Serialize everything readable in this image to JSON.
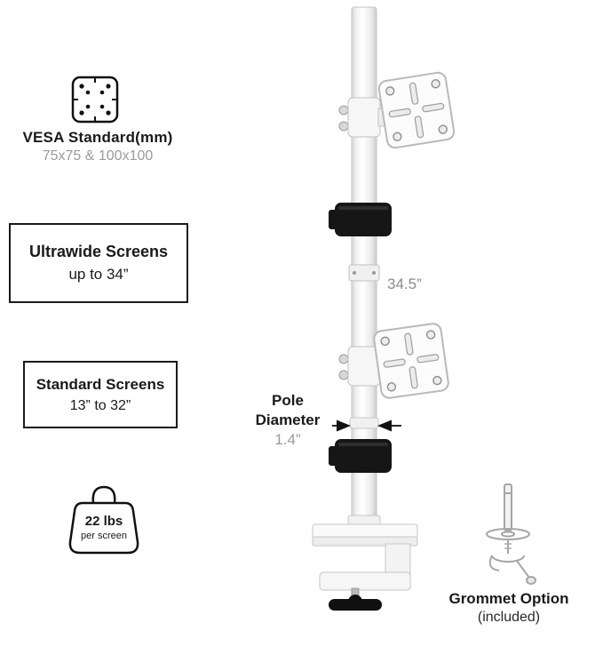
{
  "colors": {
    "accent_black": "#161616",
    "muted_text": "#9a9a9a",
    "outline": "#1a1a1a",
    "metal_stroke": "#c4c4c4"
  },
  "vesa": {
    "title": "VESA Standard(mm)",
    "subtitle": "75x75 & 100x100"
  },
  "callouts": {
    "ultrawide": {
      "line1": "Ultrawide Screens",
      "line2": "up to 34”"
    },
    "standard": {
      "line1": "Standard Screens",
      "line2": "13” to 32”"
    },
    "weight": {
      "line1": "22 lbs",
      "line2": "per screen"
    }
  },
  "dimensions": {
    "pole_height": "34.5”",
    "pole_diameter_line1": "Pole",
    "pole_diameter_line2": "Diameter",
    "pole_diameter_value": "1.4”"
  },
  "grommet": {
    "title": "Grommet Option",
    "subtitle": "(included)"
  },
  "icons": {
    "vesa_plate": "vesa-plate-icon",
    "weight": "weight-bag-icon",
    "grommet": "grommet-mount-icon"
  }
}
